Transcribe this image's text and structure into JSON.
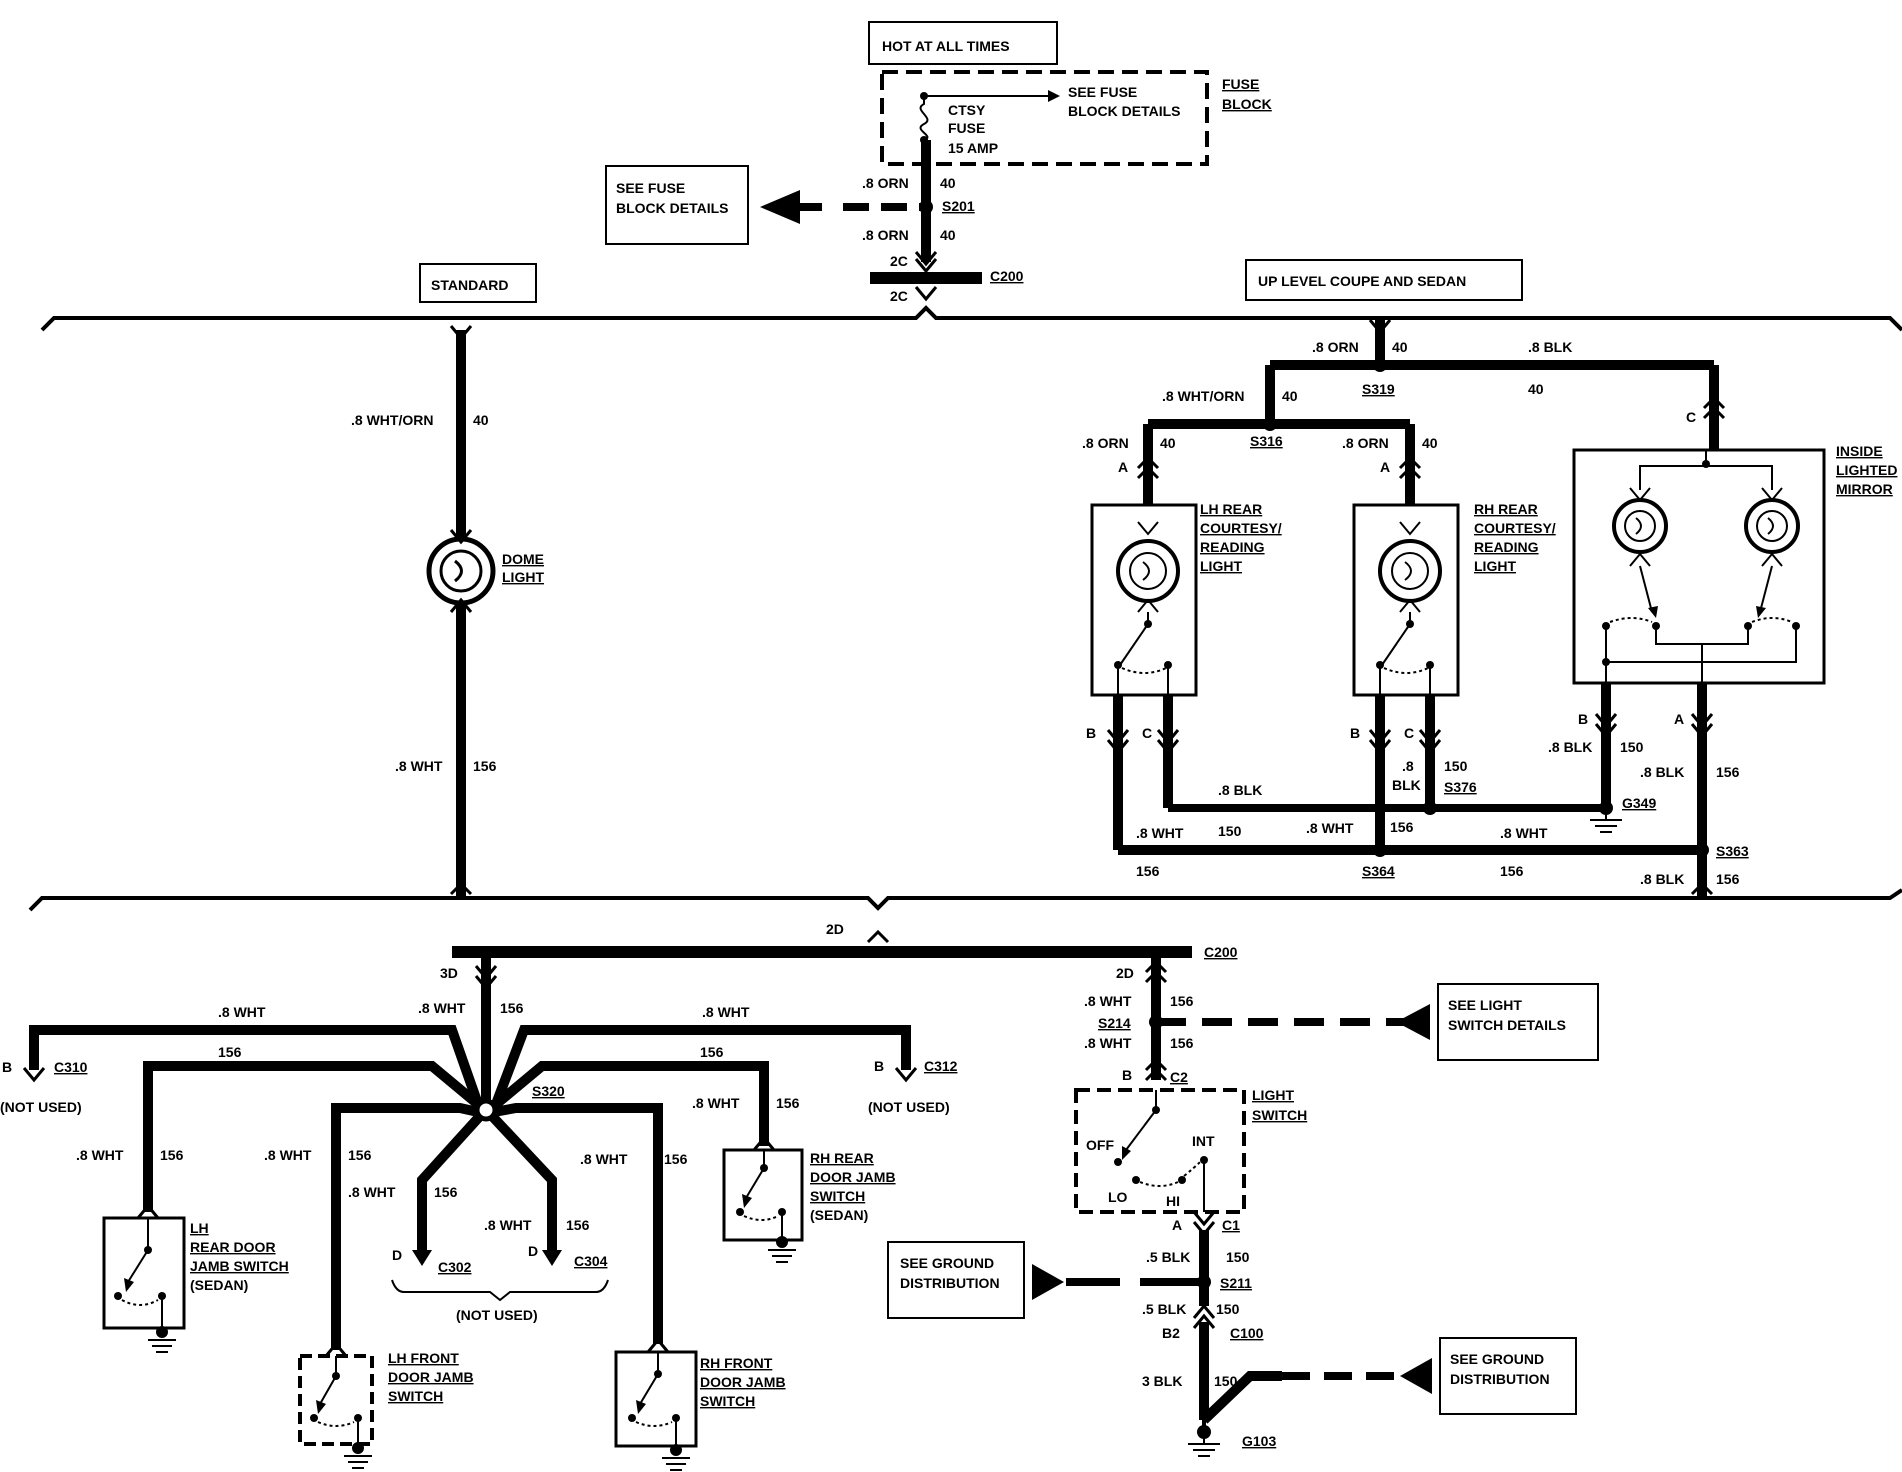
{
  "boxes": {
    "hot": "HOT AT ALL TIMES",
    "fuse_details_1": [
      "SEE FUSE",
      "BLOCK DETAILS"
    ],
    "standard": "STANDARD",
    "up_level": "UP LEVEL COUPE AND SEDAN",
    "light_switch_details": [
      "SEE LIGHT",
      "SWITCH DETAILS"
    ],
    "ground_dist_1": [
      "SEE GROUND",
      "DISTRIBUTION"
    ],
    "ground_dist_2": [
      "SEE GROUND",
      "DISTRIBUTION"
    ]
  },
  "fuse": {
    "label": [
      "CTSY",
      "FUSE",
      "15 AMP"
    ],
    "see_details": [
      "SEE FUSE",
      "BLOCK DETAILS"
    ],
    "block_label": [
      "FUSE",
      "BLOCK"
    ]
  },
  "components": {
    "dome": [
      "DOME",
      "LIGHT"
    ],
    "lh_rear_courtesy": [
      "LH REAR",
      "COURTESY/",
      "READING",
      "LIGHT"
    ],
    "rh_rear_courtesy": [
      "RH REAR",
      "COURTESY/",
      "READING",
      "LIGHT"
    ],
    "mirror": [
      "INSIDE",
      "LIGHTED",
      "MIRROR"
    ],
    "lh_rear_jamb": [
      "LH",
      "REAR DOOR",
      "JAMB SWITCH",
      "(SEDAN)"
    ],
    "rh_rear_jamb": [
      "RH REAR",
      "DOOR JAMB",
      "SWITCH",
      "(SEDAN)"
    ],
    "lh_front_jamb": [
      "LH FRONT",
      "DOOR JAMB",
      "SWITCH"
    ],
    "rh_front_jamb": [
      "RH FRONT",
      "DOOR JAMB",
      "SWITCH"
    ],
    "light_switch": [
      "LIGHT",
      "SWITCH"
    ],
    "switch_positions": {
      "off": "OFF",
      "int": "INT",
      "lo": "LO",
      "hi": "HI"
    }
  },
  "labels": {
    "s201": "S201",
    "c200": "C200",
    "c200b": "C200",
    "s319": "S319",
    "s316": "S316",
    "s376": "S376",
    "g349": "G349",
    "s364": "S364",
    "s363": "S363",
    "s320": "S320",
    "s214": "S214",
    "c2": "C2",
    "c1": "C1",
    "s211": "S211",
    "c100": "C100",
    "g103": "G103",
    "c310": "C310",
    "c312": "C312",
    "c302": "C302",
    "c304": "C304",
    "not_used": "(NOT USED)",
    "w_8orn": ".8 ORN",
    "w_8blk": ".8 BLK",
    "w_8wht": ".8 WHT",
    "w_8whtorn": ".8 WHT/ORN",
    "w_8": ".8",
    "w_blk": "BLK",
    "w_5blk": ".5 BLK",
    "w_3blk": "3 BLK",
    "c40": "40",
    "c150": "150",
    "c156": "156",
    "p2c": "2C",
    "p2d": "2D",
    "p3d": "3D",
    "pa": "A",
    "pb": "B",
    "pc": "C",
    "pd": "D",
    "pb2": "B2"
  }
}
